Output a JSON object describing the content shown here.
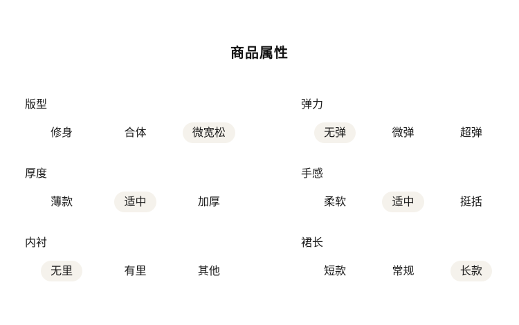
{
  "page": {
    "title": "商品属性",
    "background_color": "#ffffff",
    "selected_chip_color": "#f5f2ec",
    "text_color": "#1a1a1a"
  },
  "groups": [
    {
      "label": "版型",
      "column": "left",
      "options": [
        {
          "label": "修身",
          "selected": false
        },
        {
          "label": "合体",
          "selected": false
        },
        {
          "label": "微宽松",
          "selected": true
        }
      ]
    },
    {
      "label": "弹力",
      "column": "right",
      "options": [
        {
          "label": "无弹",
          "selected": true
        },
        {
          "label": "微弹",
          "selected": false
        },
        {
          "label": "超弹",
          "selected": false
        }
      ]
    },
    {
      "label": "厚度",
      "column": "left",
      "options": [
        {
          "label": "薄款",
          "selected": false
        },
        {
          "label": "适中",
          "selected": true
        },
        {
          "label": "加厚",
          "selected": false
        }
      ]
    },
    {
      "label": "手感",
      "column": "right",
      "options": [
        {
          "label": "柔软",
          "selected": false
        },
        {
          "label": "适中",
          "selected": true
        },
        {
          "label": "挺括",
          "selected": false
        }
      ]
    },
    {
      "label": "内衬",
      "column": "left",
      "options": [
        {
          "label": "无里",
          "selected": true
        },
        {
          "label": "有里",
          "selected": false
        },
        {
          "label": "其他",
          "selected": false
        }
      ]
    },
    {
      "label": "裙长",
      "column": "right",
      "options": [
        {
          "label": "短款",
          "selected": false
        },
        {
          "label": "常规",
          "selected": false
        },
        {
          "label": "长款",
          "selected": true
        }
      ]
    }
  ]
}
